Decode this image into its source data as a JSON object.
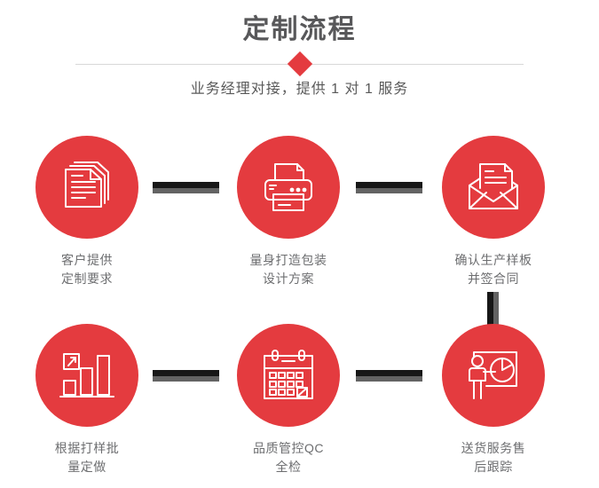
{
  "header": {
    "title": "定制流程",
    "subtitle": "业务经理对接，提供 1 对 1 服务",
    "divider_icon": "diamond",
    "accent_color": "#e43b3f",
    "title_color": "#58585a",
    "subtitle_color": "#595959"
  },
  "flow": {
    "connector_dark_color": "#171717",
    "connector_light_color": "#636363",
    "circle_color": "#e43b3f",
    "label_color": "#6d6e70",
    "steps": [
      {
        "index": 1,
        "icon": "documents-stack-icon",
        "label": "客户提供\n定制要求"
      },
      {
        "index": 2,
        "icon": "printer-icon",
        "label": "量身打造包装\n设计方案"
      },
      {
        "index": 3,
        "icon": "open-envelope-letter-icon",
        "label": "确认生产样板\n并签合同"
      },
      {
        "index": 4,
        "icon": "bar-chart-growth-icon",
        "label": "根据打样批\n量定做"
      },
      {
        "index": 5,
        "icon": "calendar-check-icon",
        "label": "品质管控QC\n全检"
      },
      {
        "index": 6,
        "icon": "presenter-pie-chart-icon",
        "label": "送货服务售\n后跟踪"
      }
    ],
    "connectors": [
      {
        "id": "step1-to-step2",
        "orientation": "horizontal"
      },
      {
        "id": "step2-to-step3",
        "orientation": "horizontal"
      },
      {
        "id": "step3-to-step6",
        "orientation": "vertical"
      },
      {
        "id": "step4-to-step5",
        "orientation": "horizontal"
      },
      {
        "id": "step5-to-step6",
        "orientation": "horizontal"
      }
    ]
  }
}
